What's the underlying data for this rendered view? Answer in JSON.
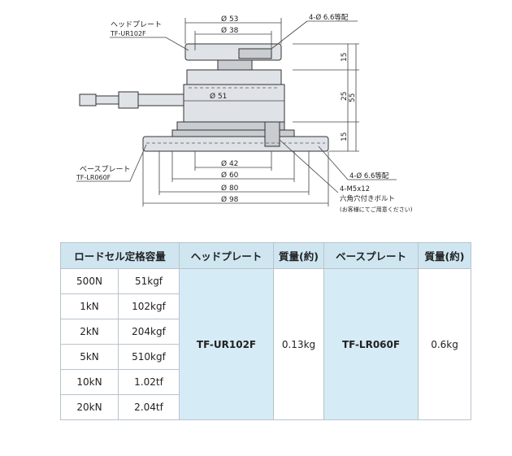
{
  "drawing": {
    "head_plate_label": "ヘッドプレート",
    "head_plate_code": "TF-UR102F",
    "base_plate_label": "ベースプレート",
    "base_plate_code": "TF-LR060F",
    "dims": {
      "d53": "Ø 53",
      "d38": "Ø 38",
      "d51": "Ø 51",
      "d42": "Ø 42",
      "d60": "Ø 60",
      "d80": "Ø 80",
      "d98": "Ø 98",
      "h15_top": "15",
      "h25": "25",
      "h55": "55",
      "h15_bottom": "15"
    },
    "hole_top": "4-Ø 6.6等配",
    "hole_bottom": "4-Ø 6.6等配",
    "bolt_line1": "4-M5x12",
    "bolt_line2": "六角穴付きボルト",
    "bolt_note": "(お客様にてご用意ください)"
  },
  "table": {
    "headers": [
      "ロードセル定格容量",
      "ヘッドプレート",
      "質量(約)",
      "ベースプレート",
      "質量(約)"
    ],
    "rows": [
      {
        "capacity_n": "500N",
        "capacity_kgf": "51kgf"
      },
      {
        "capacity_n": "1kN",
        "capacity_kgf": "102kgf"
      },
      {
        "capacity_n": "2kN",
        "capacity_kgf": "204kgf"
      },
      {
        "capacity_n": "5kN",
        "capacity_kgf": "510kgf"
      },
      {
        "capacity_n": "10kN",
        "capacity_kgf": "1.02tf"
      },
      {
        "capacity_n": "20kN",
        "capacity_kgf": "2.04tf"
      }
    ],
    "head_plate_model": "TF-UR102F",
    "head_plate_mass": "0.13kg",
    "base_plate_model": "TF-LR060F",
    "base_plate_mass": "0.6kg"
  }
}
